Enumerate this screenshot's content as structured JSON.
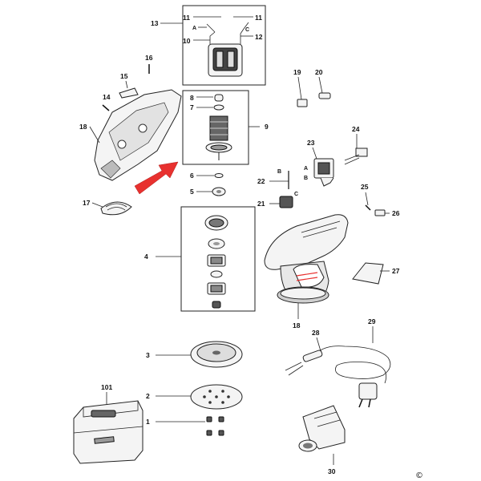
{
  "diagram": {
    "part_labels": {
      "p1": "1",
      "p2": "2",
      "p3": "3",
      "p4": "4",
      "p5": "5",
      "p6": "6",
      "p7": "7",
      "p8": "8",
      "p9": "9",
      "p10": "10",
      "p11a": "11",
      "p11b": "11",
      "p12": "12",
      "p13": "13",
      "p14": "14",
      "p15": "15",
      "p16": "16",
      "p17": "17",
      "p18a": "18",
      "p18b": "18",
      "p19": "19",
      "p20": "20",
      "p21": "21",
      "p22": "22",
      "p23": "23",
      "p24": "24",
      "p25": "25",
      "p26": "26",
      "p27": "27",
      "p28": "28",
      "p29": "29",
      "p30": "30",
      "p101": "101"
    },
    "sub_labels": {
      "a_top": "A",
      "c_top": "C",
      "b_22": "B",
      "c_21": "C",
      "a_23": "A",
      "b_23": "B"
    },
    "copyright": "©",
    "accent_color": "#e8312f"
  }
}
